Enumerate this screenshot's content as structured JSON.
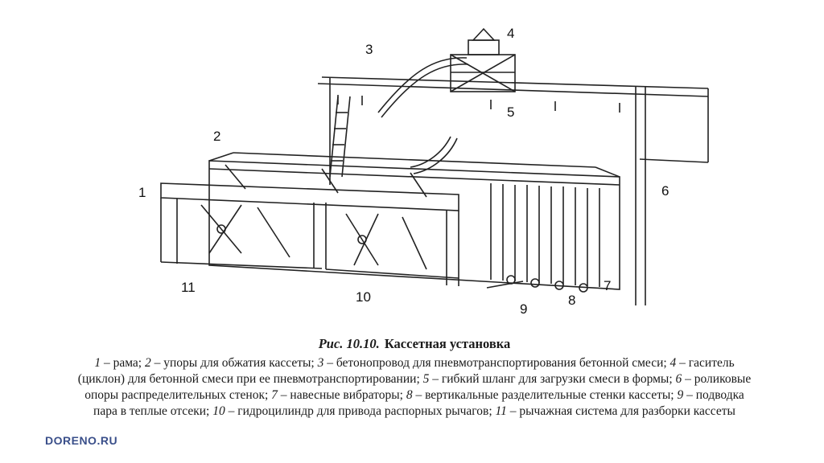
{
  "figure": {
    "labels": [
      "1",
      "2",
      "3",
      "4",
      "5",
      "6",
      "7",
      "8",
      "9",
      "10",
      "11"
    ]
  },
  "caption": {
    "figure_number": "Рис. 10.10.",
    "title": "Кассетная установка",
    "legend": [
      {
        "n": "1",
        "text": "рама;"
      },
      {
        "n": "2",
        "text": "упоры для обжатия кассеты;"
      },
      {
        "n": "3",
        "text": "бетонопровод для пневмотранспортирования бетонной смеси;"
      },
      {
        "n": "4",
        "text": "гаситель (циклон) для бетонной смеси при ее пневмотранспортировании;"
      },
      {
        "n": "5",
        "text": "гибкий шланг для загрузки смеси в формы;"
      },
      {
        "n": "6",
        "text": "роликовые опоры распределительных стенок;"
      },
      {
        "n": "7",
        "text": "навесные вибраторы;"
      },
      {
        "n": "8",
        "text": "вертикальные разделительные стенки кассеты;"
      },
      {
        "n": "9",
        "text": "подводка пара в теплые отсеки;"
      },
      {
        "n": "10",
        "text": "гидроцилиндр для привода распорных рычагов;"
      },
      {
        "n": "11",
        "text": "рычажная система для разборки кассеты"
      }
    ],
    "dash": "–"
  },
  "watermark": {
    "text": "DORENO.RU"
  }
}
